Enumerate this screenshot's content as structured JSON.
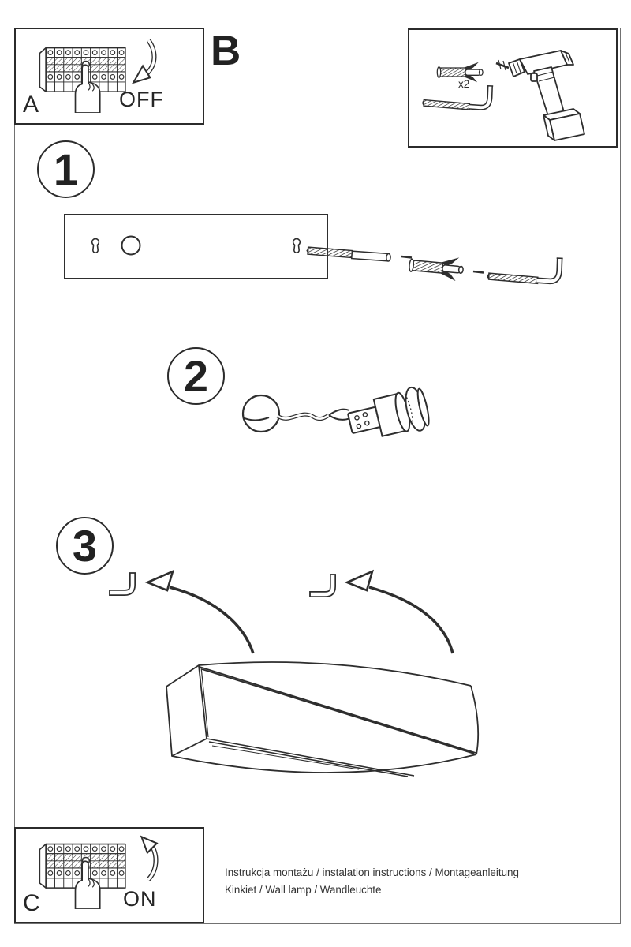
{
  "colors": {
    "ink": "#2e2e2e",
    "page_border": "#717171",
    "background": "#ffffff"
  },
  "sections": {
    "power_off": {
      "label": "A",
      "state": "OFF"
    },
    "tools": {
      "label": "B",
      "plug_quantity": "x2"
    },
    "power_on": {
      "label": "C",
      "state": "ON"
    }
  },
  "steps": [
    {
      "num": "1"
    },
    {
      "num": "2"
    },
    {
      "num": "3"
    }
  ],
  "footer": {
    "line1": "Instrukcja montażu / instalation instructions / Montageanleitung",
    "line2": "Kinkiet / Wall lamp / Wandleuchte"
  },
  "icons": {
    "circuit_breaker": "breaker-panel-icon",
    "pointing_hand": "pointing-hand-icon",
    "off_arrow": "curved-arrow-down-icon",
    "on_arrow": "curved-arrow-up-icon",
    "wall_plug": "wall-plug-icon",
    "screw_hook": "screw-hook-icon",
    "drill": "drill-icon",
    "mounting_plate": "mounting-plate-icon",
    "screw": "screw-icon",
    "cable_loop": "cable-loop-icon",
    "lamp_socket": "lamp-socket-icon",
    "mounting_hook": "hook-icon",
    "insert_arrow": "curved-insert-arrow-icon",
    "lamp_body": "wall-lamp-icon"
  }
}
